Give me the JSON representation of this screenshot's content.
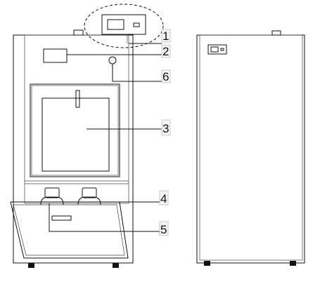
{
  "callouts": [
    "1",
    "2",
    "6",
    "3",
    "4",
    "5"
  ]
}
